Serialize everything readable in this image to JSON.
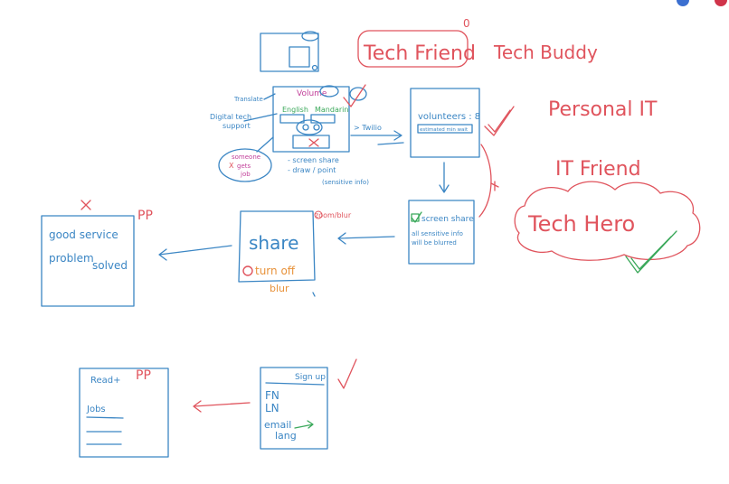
{
  "colors": {
    "blue": "#3b86c4",
    "red": "#e0545d",
    "green": "#3aa85a",
    "orange": "#e8923a",
    "pink": "#c2409a"
  },
  "names": {
    "tech_friend": "Tech Friend",
    "tech_buddy": "Tech Buddy",
    "personal_it": "Personal IT",
    "it_friend": "IT Friend",
    "tech_hero": "Tech Hero"
  },
  "home_screen": {
    "translate": "Translate",
    "volume": "Volume",
    "digital_tech_support": [
      "Digital tech",
      "support"
    ],
    "english": "English",
    "mandarin": "Mandarin",
    "someone_gets_job": [
      "someone",
      "gets",
      "job"
    ],
    "x_mark": "X",
    "bullets": [
      "- screen share",
      "- draw / point",
      "(sensitive info)"
    ],
    "twilio": "> Twilio"
  },
  "volunteers_screen": {
    "volunteers": "volunteers : 8",
    "estimated": "estimated min wait"
  },
  "screenshare_screen": {
    "screen_share": "screen share",
    "blur_note": [
      "all sensitive info",
      "will be blurred"
    ]
  },
  "share_screen": {
    "share": "share",
    "turn_off": "turn off",
    "blur": "blur",
    "zoom_blur": "zoom/blur"
  },
  "result_screen": {
    "good_service": "good service",
    "problem": "problem",
    "solved": "solved"
  },
  "pp_labels": [
    "PP",
    "PP"
  ],
  "signup_screen": {
    "sign_up": "Sign up",
    "fn": "FN",
    "ln": "LN",
    "email": "email",
    "lang": "lang"
  },
  "jobs_screen": {
    "read": "Read+",
    "jobs": "Jobs"
  },
  "small_zero": "0"
}
